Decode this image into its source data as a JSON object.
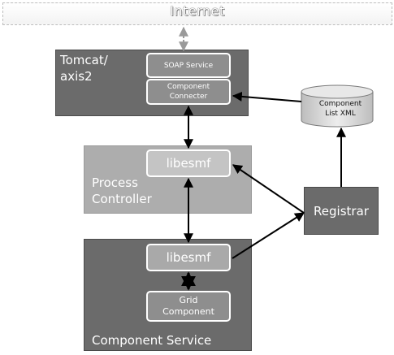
{
  "internet": {
    "label": "Internet"
  },
  "tomcat": {
    "label": "Tomcat/\naxis2",
    "soap_label": "SOAP Service",
    "connecter_label": "Component\nConnecter"
  },
  "process_controller": {
    "label": "Process\nController",
    "libesmf_label": "libesmf"
  },
  "component_service": {
    "label": "Component Service",
    "libesmf_label": "libesmf",
    "grid_label": "Grid\nComponent"
  },
  "registrar": {
    "label": "Registrar"
  },
  "component_list": {
    "label": "Component\nList XML"
  },
  "colors": {
    "dark_box": "#6b6b6b",
    "light_box": "#adadad",
    "inner_box": "#8e8e8e",
    "arrow": "#000000"
  }
}
